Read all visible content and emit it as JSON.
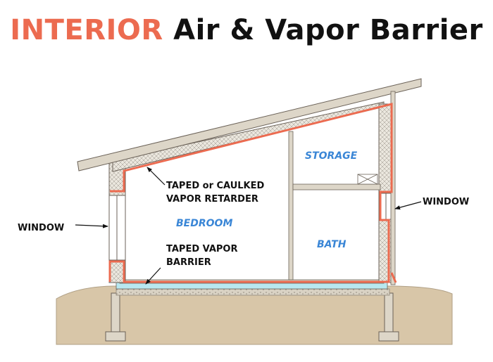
{
  "title": {
    "highlight": "INTERIOR",
    "rest": "Air & Vapor Barrier"
  },
  "rooms": {
    "bedroom": "BEDROOM",
    "storage": "STORAGE",
    "bath": "BATH"
  },
  "labels": {
    "window_left": "WINDOW",
    "window_right": "WINDOW",
    "retarder_line1": "TAPED or CAULKED",
    "retarder_line2": "VAPOR RETARDER",
    "barrier_line1": "TAPED VAPOR",
    "barrier_line2": "BARRIER"
  },
  "colors": {
    "accent": "#ec6b50",
    "room_text": "#3a86d6",
    "wall": "#ddd6c8",
    "outline": "#6b6258",
    "ground": "#d8c6a8",
    "slab_membrane": "#b8e8f0"
  }
}
